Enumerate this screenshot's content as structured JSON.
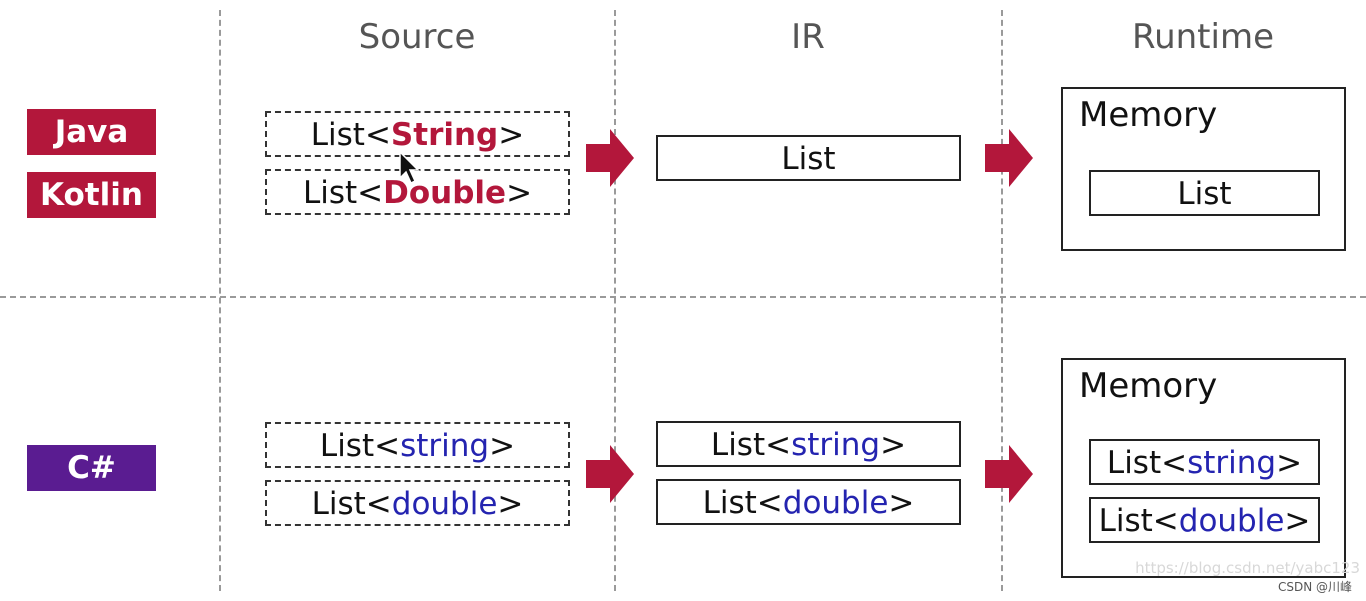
{
  "columns": {
    "source": "Source",
    "ir": "IR",
    "runtime": "Runtime"
  },
  "top_row": {
    "languages": [
      "Java",
      "Kotlin"
    ],
    "source": [
      {
        "prefix": "List<",
        "type": "String",
        "suffix": ">"
      },
      {
        "prefix": "List<",
        "type": "Double",
        "suffix": ">"
      }
    ],
    "ir": [
      "List"
    ],
    "runtime": {
      "title": "Memory",
      "items": [
        "List"
      ]
    }
  },
  "bottom_row": {
    "languages": [
      "C#"
    ],
    "source": [
      {
        "prefix": "List<",
        "type": "string",
        "suffix": ">"
      },
      {
        "prefix": "List<",
        "type": "double",
        "suffix": ">"
      }
    ],
    "ir": [
      {
        "prefix": "List<",
        "type": "string",
        "suffix": ">"
      },
      {
        "prefix": "List<",
        "type": "double",
        "suffix": ">"
      }
    ],
    "runtime": {
      "title": "Memory",
      "items": [
        {
          "prefix": "List<",
          "type": "string",
          "suffix": ">"
        },
        {
          "prefix": "List<",
          "type": "double",
          "suffix": ">"
        }
      ]
    }
  },
  "watermark": "https://blog.csdn.net/yabc123",
  "credit": "CSDN @川峰",
  "colors": {
    "jvm": "#b3173b",
    "clr": "#5a1c91",
    "generic_blue": "#2424b0",
    "arrow": "#b3173b"
  },
  "icons": [
    "arrow-right-icon",
    "mouse-cursor-icon"
  ]
}
